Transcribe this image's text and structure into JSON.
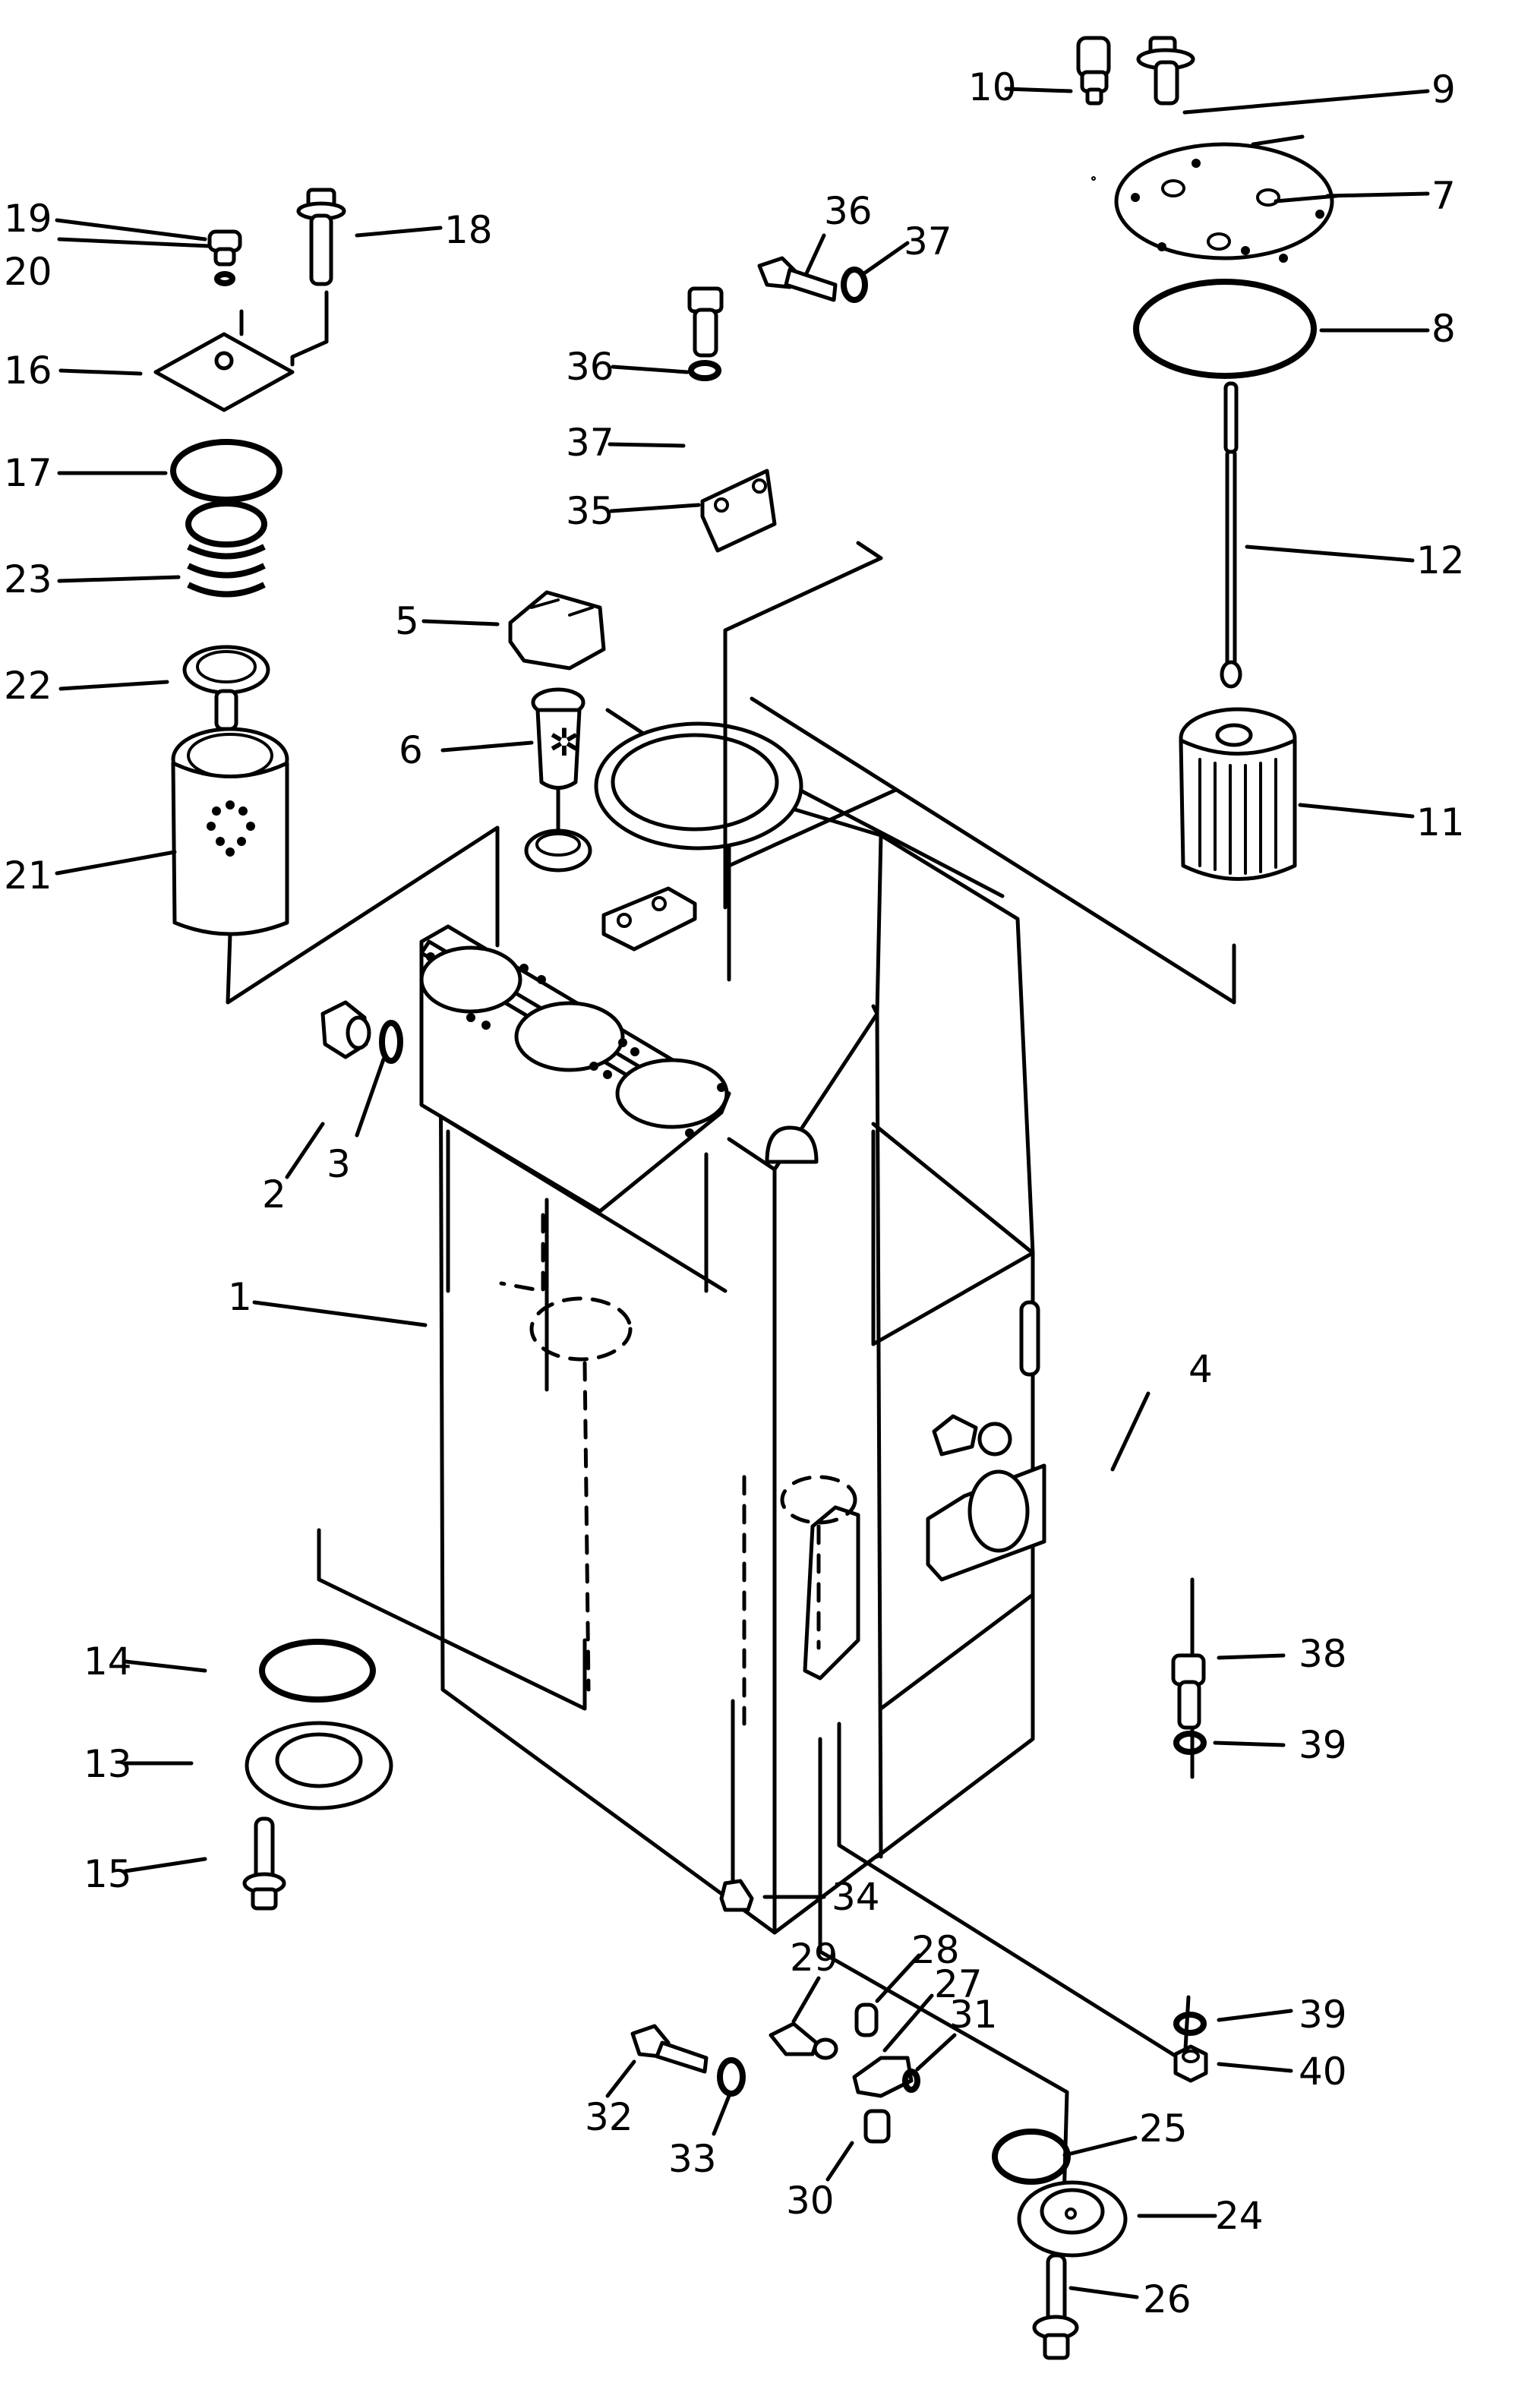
{
  "diagram": {
    "type": "exploded-parts-diagram",
    "subject": "hydraulic tank assembly",
    "background_color": "#ffffff",
    "line_color": "#000000",
    "callouts": [
      {
        "id": "c1",
        "label": "1",
        "part": "tank"
      },
      {
        "id": "c2",
        "label": "2",
        "part": "plug"
      },
      {
        "id": "c3",
        "label": "3",
        "part": "o-ring"
      },
      {
        "id": "c4",
        "label": "4",
        "part": "plug"
      },
      {
        "id": "c5",
        "label": "5",
        "part": "filler cap"
      },
      {
        "id": "c6",
        "label": "6",
        "part": "strainer"
      },
      {
        "id": "c7",
        "label": "7",
        "part": "cover"
      },
      {
        "id": "c8",
        "label": "8",
        "part": "o-ring"
      },
      {
        "id": "c9",
        "label": "9",
        "part": "bolt"
      },
      {
        "id": "c10",
        "label": "10",
        "part": "valve"
      },
      {
        "id": "c11",
        "label": "11",
        "part": "filter element"
      },
      {
        "id": "c12",
        "label": "12",
        "part": "rod"
      },
      {
        "id": "c13",
        "label": "13",
        "part": "cover"
      },
      {
        "id": "c14",
        "label": "14",
        "part": "o-ring"
      },
      {
        "id": "c15",
        "label": "15",
        "part": "bolt"
      },
      {
        "id": "c16",
        "label": "16",
        "part": "cover"
      },
      {
        "id": "c17",
        "label": "17",
        "part": "o-ring"
      },
      {
        "id": "c18",
        "label": "18",
        "part": "bolt"
      },
      {
        "id": "c19",
        "label": "19",
        "part": "plug"
      },
      {
        "id": "c20",
        "label": "20",
        "part": "o-ring"
      },
      {
        "id": "c21",
        "label": "21",
        "part": "filter element"
      },
      {
        "id": "c22",
        "label": "22",
        "part": "valve"
      },
      {
        "id": "c23",
        "label": "23",
        "part": "spring"
      },
      {
        "id": "c24",
        "label": "24",
        "part": "cover"
      },
      {
        "id": "c25",
        "label": "25",
        "part": "o-ring"
      },
      {
        "id": "c26",
        "label": "26",
        "part": "bolt"
      },
      {
        "id": "c27",
        "label": "27",
        "part": "valve"
      },
      {
        "id": "c28",
        "label": "28",
        "part": "cap"
      },
      {
        "id": "c29",
        "label": "29",
        "part": "connector"
      },
      {
        "id": "c30",
        "label": "30",
        "part": "plug"
      },
      {
        "id": "c31",
        "label": "31",
        "part": "o-ring"
      },
      {
        "id": "c32",
        "label": "32",
        "part": "bolt"
      },
      {
        "id": "c33",
        "label": "33",
        "part": "washer"
      },
      {
        "id": "c34",
        "label": "34",
        "part": "plug"
      },
      {
        "id": "c35",
        "label": "35",
        "part": "bracket"
      },
      {
        "id": "c36a",
        "label": "36",
        "part": "bolt"
      },
      {
        "id": "c36b",
        "label": "36",
        "part": "bolt"
      },
      {
        "id": "c37a",
        "label": "37",
        "part": "washer"
      },
      {
        "id": "c37b",
        "label": "37",
        "part": "washer"
      },
      {
        "id": "c38",
        "label": "38",
        "part": "bolt"
      },
      {
        "id": "c39a",
        "label": "39",
        "part": "washer"
      },
      {
        "id": "c39b",
        "label": "39",
        "part": "washer"
      },
      {
        "id": "c40",
        "label": "40",
        "part": "nut"
      }
    ]
  }
}
